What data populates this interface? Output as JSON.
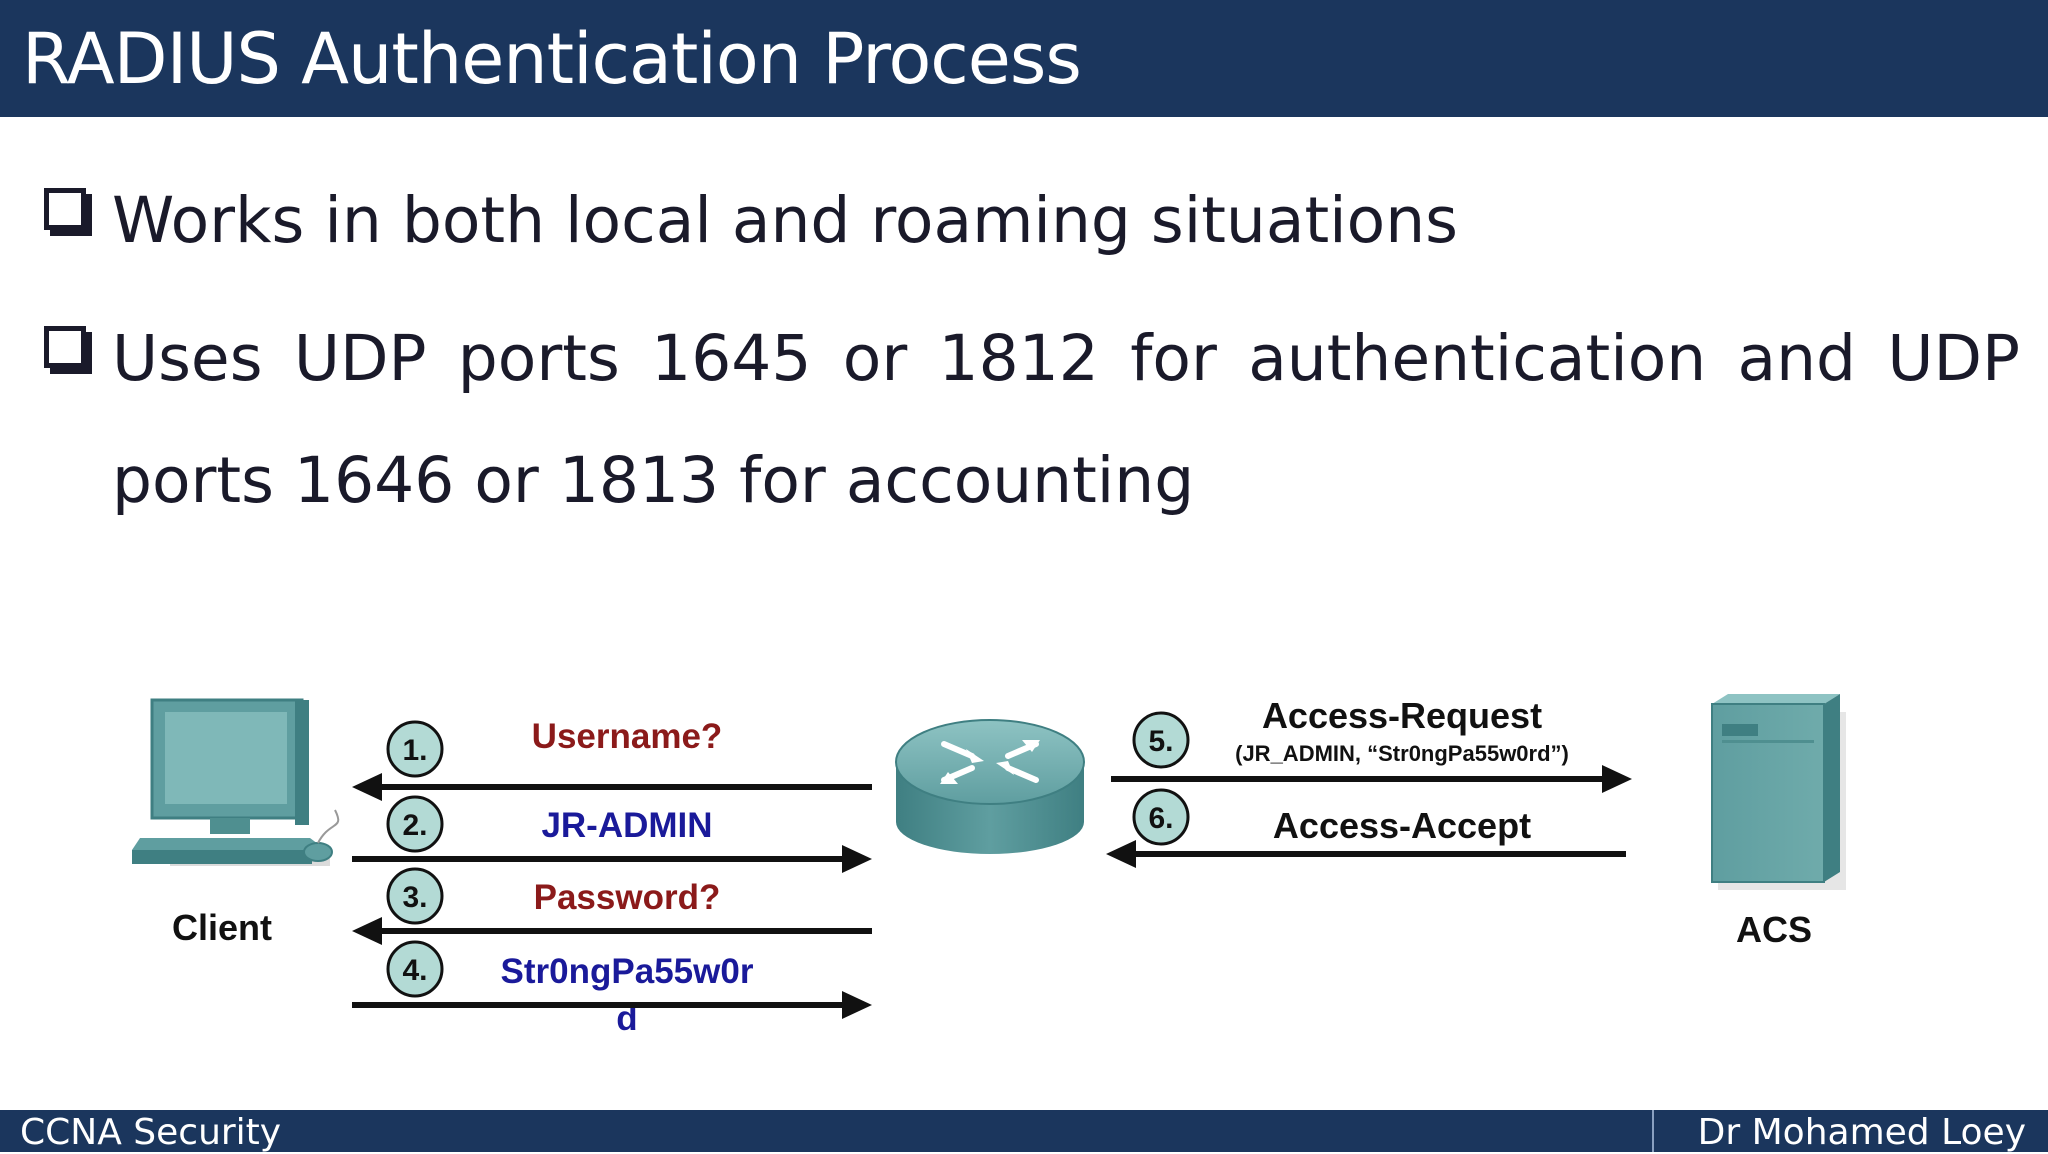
{
  "slide": {
    "title": "RADIUS Authentication Process",
    "bullets": [
      "Works in both local and roaming situations",
      "Uses UDP ports 1645 or 1812 for authentication and UDP ports 1646 or 1813 for accounting"
    ]
  },
  "diagram": {
    "client_label": "Client",
    "acs_label": "ACS",
    "steps": [
      {
        "num": "1.",
        "label": "Username?",
        "color": "#8b1a1a",
        "direction": "to-client"
      },
      {
        "num": "2.",
        "label": "JR-ADMIN",
        "color": "#1a1a9a",
        "direction": "to-router"
      },
      {
        "num": "3.",
        "label": "Password?",
        "color": "#8b1a1a",
        "direction": "to-client"
      },
      {
        "num": "4.",
        "label": "Str0ngPa55w0r",
        "label_wrap": "d",
        "color": "#1a1a9a",
        "direction": "to-router"
      },
      {
        "num": "5.",
        "label": "Access-Request",
        "sublabel": "(JR_ADMIN, “Str0ngPa55w0rd”)",
        "color": "#111111",
        "direction": "to-acs"
      },
      {
        "num": "6.",
        "label": "Access-Accept",
        "color": "#111111",
        "direction": "to-router"
      }
    ],
    "colors": {
      "device_teal": "#5f9ea0",
      "device_dark": "#3f7f82",
      "badge_fill": "#b3dad5"
    }
  },
  "footer": {
    "left": "CCNA Security",
    "right": "Dr Mohamed Loey"
  }
}
